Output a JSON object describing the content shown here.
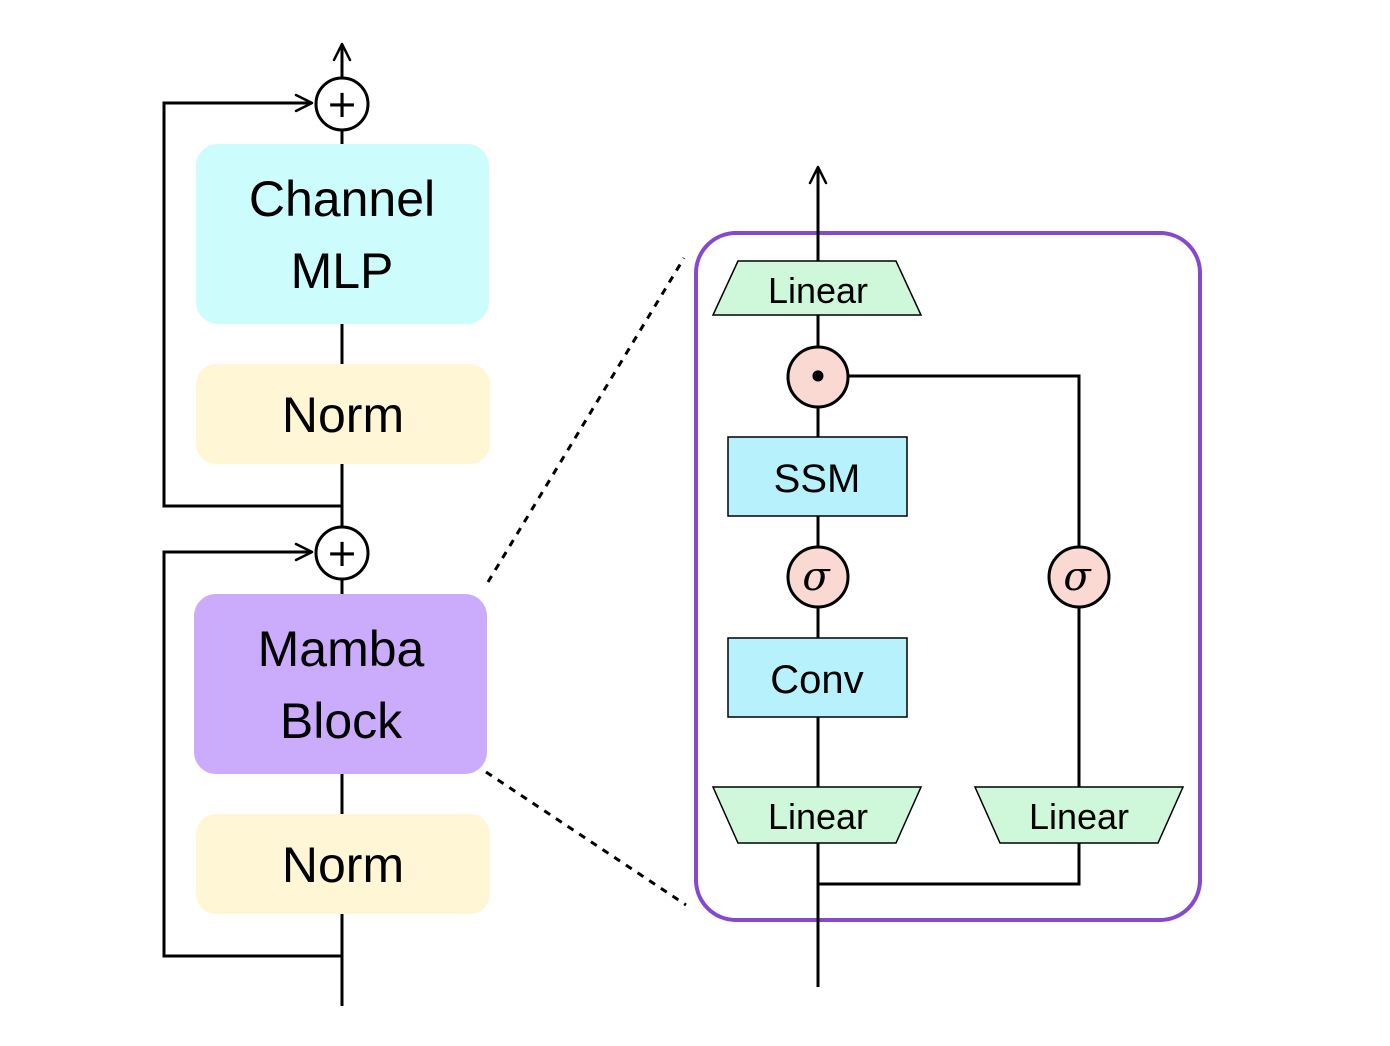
{
  "left_stack": {
    "channel_mlp": {
      "line1": "Channel",
      "line2": "MLP"
    },
    "norm_top": "Norm",
    "mamba_block": {
      "line1": "Mamba",
      "line2": "Block"
    },
    "norm_bottom": "Norm",
    "add_symbol": "+"
  },
  "mamba_detail": {
    "linear_out": "Linear",
    "multiply_symbol": "•",
    "ssm": "SSM",
    "activation_symbol": "σ",
    "conv": "Conv",
    "linear_in_main": "Linear",
    "linear_in_gate": "Linear"
  },
  "colors": {
    "channel_mlp": "#ccfcfb",
    "norm": "#fff6d6",
    "mamba_block": "#cbabfc",
    "linear": "#cff7da",
    "ssm_conv": "#b6f1fc",
    "op_circle": "#fad9d3",
    "detail_border": "#8549cf",
    "line": "#000000"
  }
}
